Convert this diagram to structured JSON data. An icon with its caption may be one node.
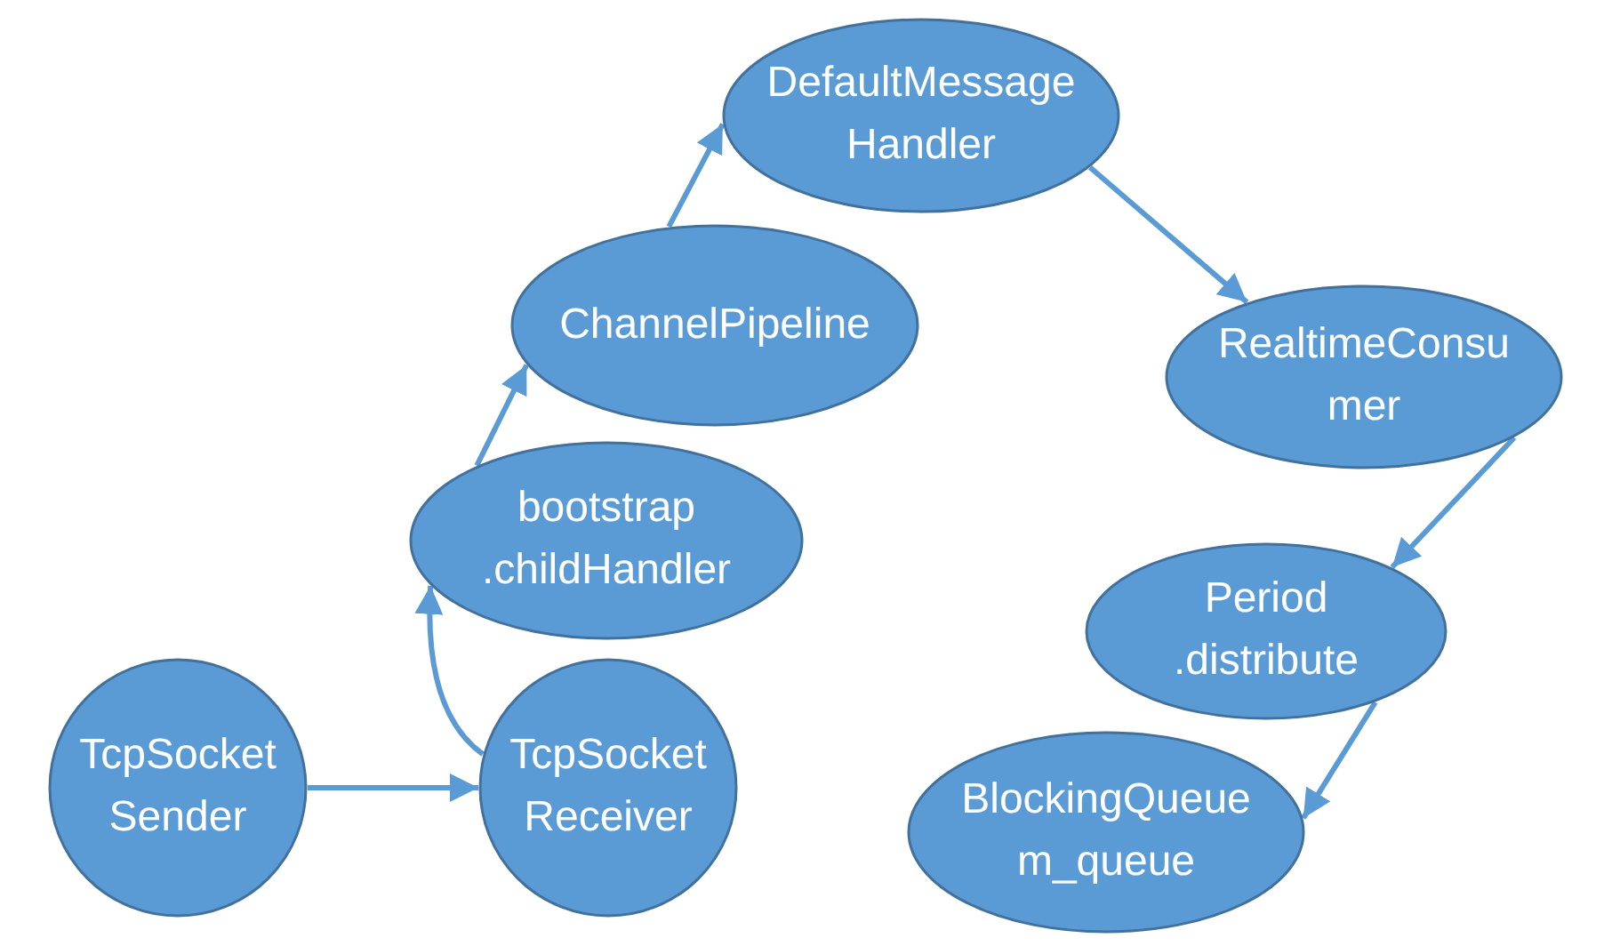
{
  "diagram": {
    "nodes": [
      {
        "text": [
          "TcpSocket Sender"
        ]
      },
      {
        "text": [
          "TcpSocket Receiver"
        ]
      },
      {
        "text": [
          "bootstrap .childHandler"
        ]
      },
      {
        "text": [
          "ChannelPipeline"
        ]
      },
      {
        "text": [
          "DefaultMessage Handler"
        ]
      },
      {
        "text": [
          "RealtimeConsumer"
        ]
      },
      {
        "text": [
          "Period .distribute"
        ]
      },
      {
        "text": [
          "BlockingQueue m_queue"
        ]
      }
    ],
    "edges": [
      {
        "from": 0,
        "to": 1,
        "arrow": "to"
      },
      {
        "from": 1,
        "to": 2,
        "arrow": "to"
      },
      {
        "from": 2,
        "to": 3,
        "arrow": "to"
      },
      {
        "from": 3,
        "to": 4,
        "arrow": "to"
      },
      {
        "from": 4,
        "to": 5,
        "arrow": "to"
      },
      {
        "from": 5,
        "to": 6,
        "arrow": "to"
      },
      {
        "from": 6,
        "to": 7,
        "arrow": "to"
      }
    ]
  }
}
